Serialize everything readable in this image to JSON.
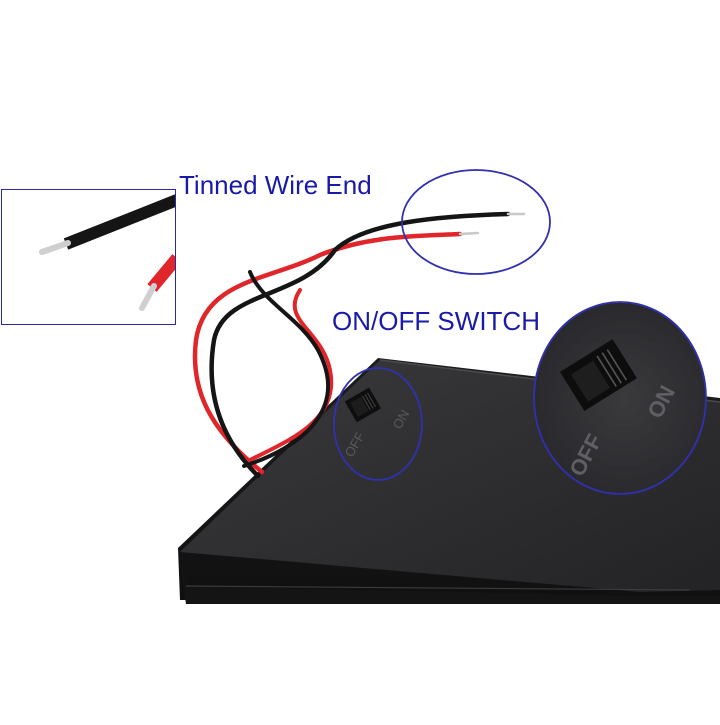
{
  "labels": {
    "wire_end": "Tinned Wire End",
    "switch": "ON/OFF SWITCH"
  },
  "switch_markings": {
    "off": "OFF",
    "on": "ON"
  },
  "colors": {
    "label_text": "#1a1aa8",
    "callout_circle": "#3030b0",
    "wire_red": "#e0262a",
    "wire_black": "#151515",
    "case": "#2b2b2d",
    "tinned_end": "#c8c8c8"
  }
}
